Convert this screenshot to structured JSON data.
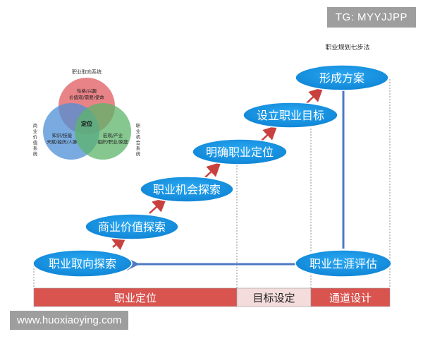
{
  "watermark_top": "TG: MYYJJPP",
  "watermark_bottom": "www.huoxiaoying.com",
  "diagram_title": "职业规划七步法",
  "venn": {
    "top_label": "职业取向系统",
    "left_label": "商业价值系统",
    "right_label": "职业机会系统",
    "top_circle_text": [
      "性格/兴趣",
      "价值观/需要/使命"
    ],
    "left_circle_text": [
      "知识/技能",
      "天赋/经历/人脉"
    ],
    "right_circle_text": [
      "宏观/产业",
      "组织/职业/家庭"
    ],
    "center_text": "定位",
    "colors": {
      "top": "#e05a5f",
      "left": "#4e8fd6",
      "right": "#5cb46a"
    }
  },
  "steps": [
    {
      "label": "职业取向探索"
    },
    {
      "label": "商业价值探索"
    },
    {
      "label": "职业机会探索"
    },
    {
      "label": "明确职业定位"
    },
    {
      "label": "设立职业目标"
    },
    {
      "label": "形成方案"
    },
    {
      "label": "职业生涯评估"
    }
  ],
  "phases": [
    {
      "label": "职业定位",
      "color": "#d9534f"
    },
    {
      "label": "目标设定",
      "color": "#f4dcdc"
    },
    {
      "label": "通道设计",
      "color": "#d9534f"
    }
  ],
  "colors": {
    "ellipse": "#1797e6",
    "arrow_red": "#c8413f",
    "arrow_blue": "#4f79c4"
  }
}
